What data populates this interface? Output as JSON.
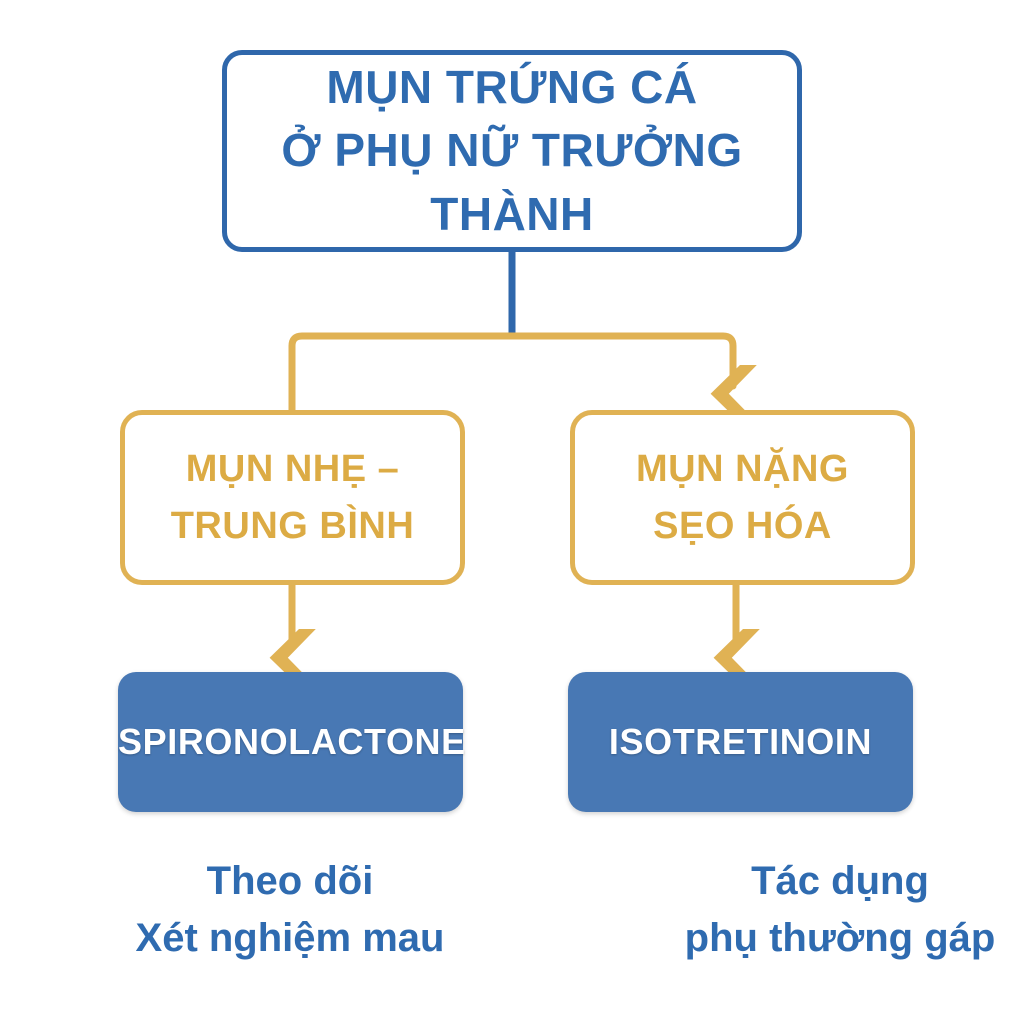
{
  "diagram": {
    "title": "MỤN TRỨNG CÁ Ở PHỤ NỮ TRƯỞNG THÀNH",
    "colors": {
      "blue_outline": "#2f67ab",
      "blue_text": "#2f6bb0",
      "blue_fill": "#4878b4",
      "gold": "#e0b254",
      "gold_text": "#dcab44",
      "white": "#ffffff",
      "background": "#ffffff"
    },
    "root": {
      "label": "MỤN TRỨNG CÁ\nỞ PHỤ NỮ TRƯỞNG THÀNH",
      "line1": "MỤN TRỨNG CÁ",
      "line2": "Ở PHỤ NỮ TRƯỞNG THÀNH"
    },
    "branches": [
      {
        "severity_label": "MỤN NHẸ –\nTRUNG BÌNH",
        "severity_line1": "MỤN NHẸ –",
        "severity_line2": "TRUNG BÌNH",
        "drug_label": "SPIRONOLACTONE",
        "caption": "Theo dõi\nXét nghiệm mau",
        "caption_line1": "Theo dõi",
        "caption_line2": "Xét nghiệm mau"
      },
      {
        "severity_label": "MỤN NẶNG\nSẸO HÓA",
        "severity_line1": "MỤN NẶNG",
        "severity_line2": "SẸO HÓA",
        "drug_label": "ISOTRETINOIN",
        "caption": "Tác dụng\nphụ thường gáp",
        "caption_line1": "Tác dụng",
        "caption_line2": "phụ thường gáp"
      }
    ],
    "connectors": {
      "root_stem": "vertical-blue-line",
      "split_bus": "gold-horizontal-bus",
      "left_branch_arrow": "none",
      "right_branch_arrow": "arrowhead-down",
      "mild_to_drug_arrow": "arrowhead-down",
      "severe_to_drug_arrow": "arrowhead-down"
    }
  }
}
